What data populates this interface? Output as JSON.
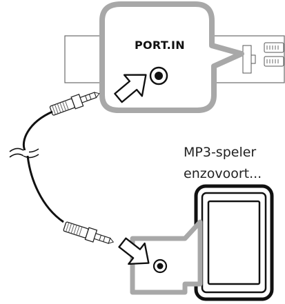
{
  "port_callout": {
    "label": "PORT.IN"
  },
  "device": {
    "caption_line1": "MP3-speler",
    "caption_line2": "enzovoort..."
  },
  "icons": [
    "jack-socket-icon",
    "pointer-arrow-icon",
    "audio-plug-icon",
    "portable-player-icon"
  ]
}
